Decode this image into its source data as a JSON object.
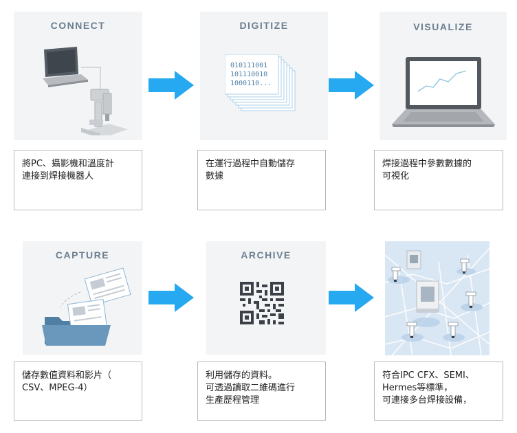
{
  "colors": {
    "arrow": "#26a9f0",
    "panel": "#f3f4f5",
    "title": "#6b7e8f",
    "border": "#b9b9b9"
  },
  "steps": [
    {
      "title": "CONNECT",
      "icon": "laptop-robot-icon",
      "text": "將PC、攝影機和溫度計\n連接到焊接機器人"
    },
    {
      "title": "DIGITIZE",
      "icon": "binary-documents-icon",
      "text": "在運行過程中自動儲存\n數據"
    },
    {
      "title": "VISUALIZE",
      "icon": "laptop-graph-icon",
      "text": "焊接過程中參數數據的\n可視化"
    },
    {
      "title": "CAPTURE",
      "icon": "folder-documents-icon",
      "text": "儲存數值資料和影片（\nCSV、MPEG-4）"
    },
    {
      "title": "ARCHIVE",
      "icon": "qr-code-icon",
      "text": "利用儲存的資料。\n可透過讀取二維碼進行\n生產歷程管理"
    },
    {
      "title": "",
      "icon": "factory-network-icon",
      "text": "符合IPC CFX、SEMI、\nHermes等標準，\n可連接多台焊接設備，"
    }
  ],
  "binary_lines": [
    "010111001",
    "101110010",
    "1000110..."
  ]
}
